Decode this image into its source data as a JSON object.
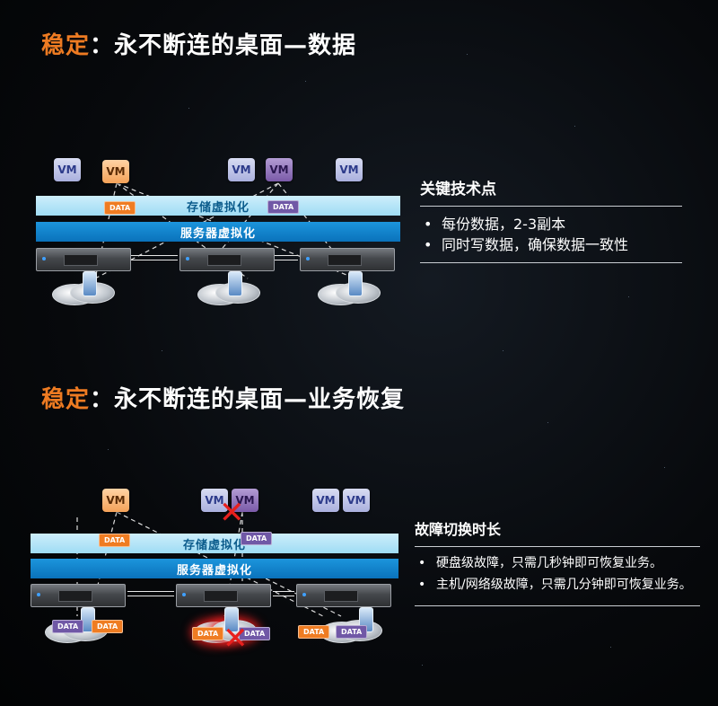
{
  "section1": {
    "title_keyword": "稳定",
    "title_rest": "：永不断连的桌面—数据",
    "vms": [
      "VM",
      "VM",
      "VM",
      "VM",
      "VM"
    ],
    "storage_label": "存储虚拟化",
    "server_label": "服务器虚拟化",
    "data_tags": [
      "DATA",
      "DATA"
    ]
  },
  "panel1": {
    "title": "关键技术点",
    "bullets": [
      "每份数据，2-3副本",
      "同时写数据，确保数据一致性"
    ]
  },
  "section2": {
    "title_keyword": "稳定",
    "title_rest": "：永不断连的桌面—业务恢复",
    "vms": [
      "VM",
      "VM",
      "VM",
      "VM",
      "VM"
    ],
    "storage_label": "存储虚拟化",
    "server_label": "服务器虚拟化",
    "data_tags": [
      "DATA",
      "DATA",
      "DATA",
      "DATA",
      "DATA",
      "DATA",
      "DATA",
      "DATA"
    ]
  },
  "panel2": {
    "title": "故障切换时长",
    "bullets": [
      "硬盘级故障，只需几秒钟即可恢复业务。",
      "主机/网络级故障，只需几分钟即可恢复业务。"
    ]
  },
  "colors": {
    "accent_orange": "#ee7b22",
    "vm_blue": "#aab0de",
    "vm_orange": "#f4a259",
    "vm_purple": "#7a5aa8",
    "storage_bar": "#9fdcf4",
    "server_bar": "#0a72bb",
    "failure_red": "#e8201e"
  },
  "icons": [
    "server-icon",
    "disk-icon",
    "failure-x-icon"
  ]
}
